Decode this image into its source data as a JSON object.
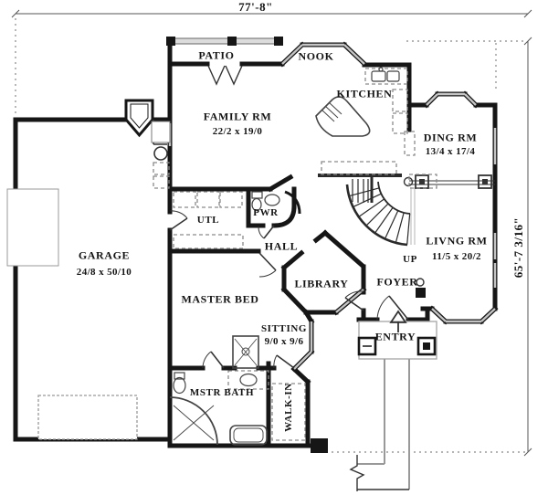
{
  "plan_type": "floor-plan",
  "colors": {
    "wall": "#161616",
    "window": "#c4c4c4",
    "dashed_fixture": "#8a8a8a",
    "dimension_line": "#555555",
    "background": "#ffffff"
  },
  "dimensions": {
    "top": "77'-8\"",
    "right": "65'-7 3/16\""
  },
  "rooms": {
    "patio": {
      "label": "PATIO"
    },
    "nook": {
      "label": "NOOK"
    },
    "kitchen": {
      "label": "KITCHEN"
    },
    "family": {
      "label": "FAMILY RM",
      "size": "22/2 x 19/0"
    },
    "dining": {
      "label": "DING RM",
      "size": "13/4 x 17/4"
    },
    "garage": {
      "label": "GARAGE",
      "size": "24/8 x 50/10"
    },
    "utility": {
      "label": "UTL"
    },
    "powder": {
      "label": "PWR"
    },
    "hall": {
      "label": "HALL"
    },
    "living": {
      "label": "LIVNG RM",
      "size": "11/5 x 20/2"
    },
    "master_bed": {
      "label": "MASTER BED"
    },
    "library": {
      "label": "LIBRARY"
    },
    "foyer": {
      "label": "FOYER"
    },
    "sitting": {
      "label": "SITTING",
      "size": "9/0 x 9/6"
    },
    "entry": {
      "label": "ENTRY"
    },
    "master_bath": {
      "label": "MSTR BATH"
    },
    "walk_in": {
      "label": "WALK-IN"
    }
  },
  "stairs": {
    "up_label": "UP"
  }
}
